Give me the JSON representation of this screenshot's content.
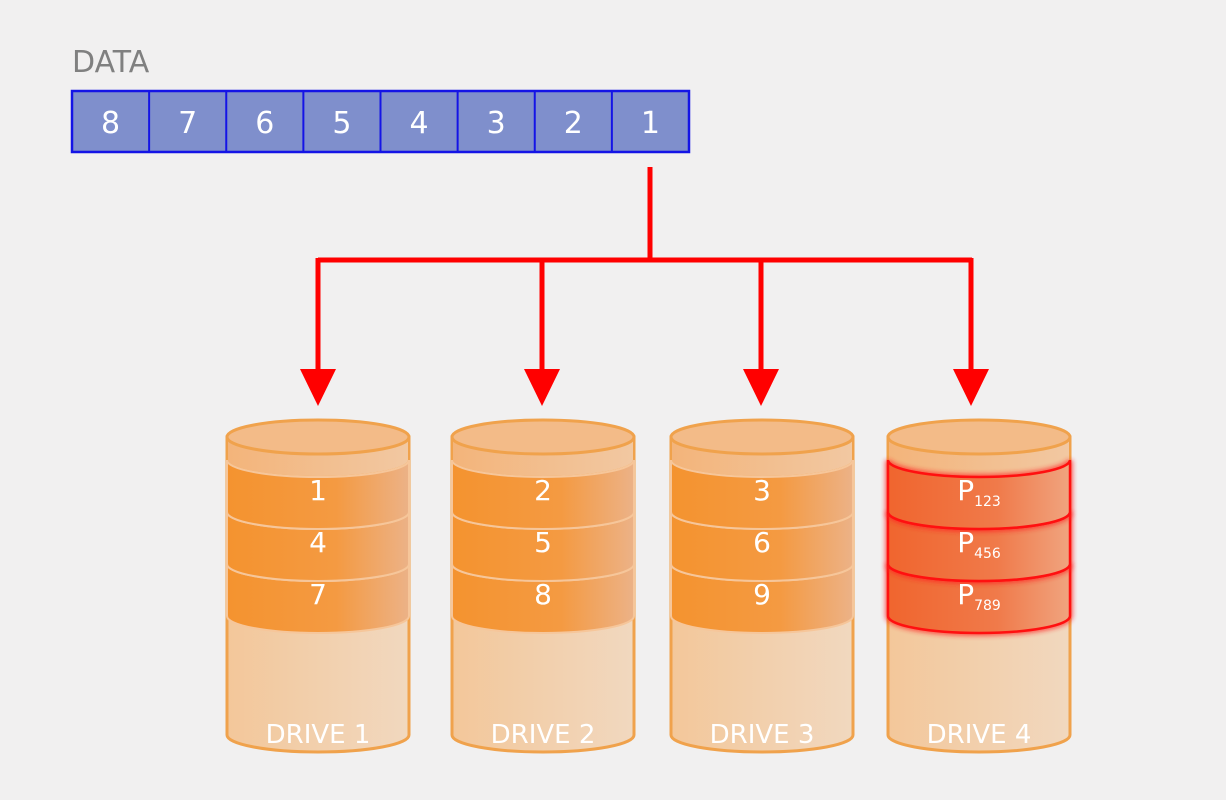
{
  "data_label": "DATA",
  "data_cells": [
    "8",
    "7",
    "6",
    "5",
    "4",
    "3",
    "2",
    "1"
  ],
  "drives": [
    {
      "label": "DRIVE 1",
      "blocks": [
        {
          "text": "1"
        },
        {
          "text": "4"
        },
        {
          "text": "7"
        }
      ]
    },
    {
      "label": "DRIVE 2",
      "blocks": [
        {
          "text": "2"
        },
        {
          "text": "5"
        },
        {
          "text": "8"
        }
      ]
    },
    {
      "label": "DRIVE 3",
      "blocks": [
        {
          "text": "3"
        },
        {
          "text": "6"
        },
        {
          "text": "9"
        }
      ]
    },
    {
      "label": "DRIVE 4",
      "parity": true,
      "blocks": [
        {
          "text": "P",
          "sub": "123"
        },
        {
          "text": "P",
          "sub": "456"
        },
        {
          "text": "P",
          "sub": "789"
        }
      ]
    }
  ],
  "colors": {
    "background": "#f1f0f0",
    "data_fill": "#7f8fcc",
    "data_border": "#1414e6",
    "arrow": "#ff0000",
    "drive_body": "#f3cfa8",
    "drive_edge": "#f0a24c",
    "block": "#f4943a",
    "parity_block": "#f06a3a",
    "parity_outline": "#ff1010",
    "title_text": "#808080"
  }
}
